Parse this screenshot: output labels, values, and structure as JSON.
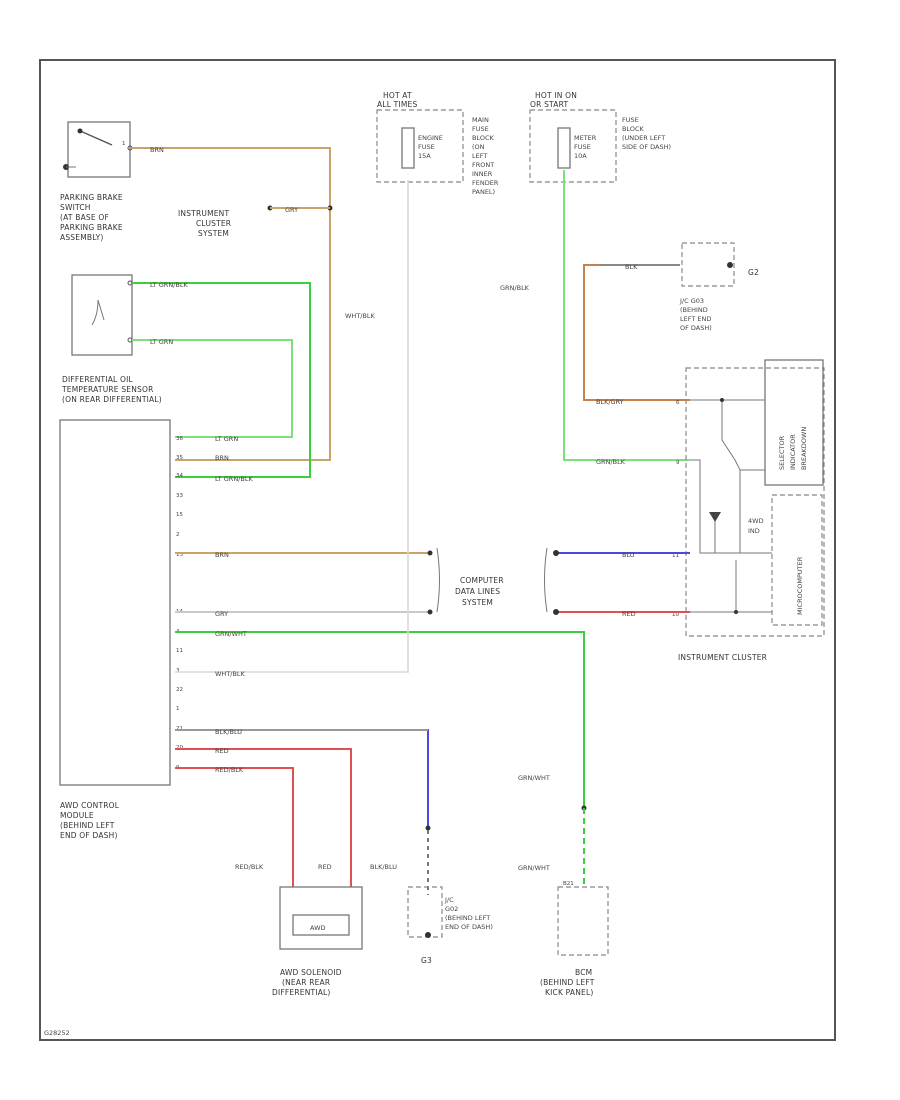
{
  "labels": {
    "hot_at_all_times": [
      "HOT AT",
      "ALL TIMES"
    ],
    "hot_in_on": [
      "HOT IN ON",
      "OR START"
    ],
    "engine_fuse": [
      "ENGINE",
      "FUSE",
      "15A"
    ],
    "main_fuse_block": [
      "MAIN",
      "FUSE",
      "BLOCK",
      "(ON",
      "LEFT",
      "FRONT",
      "INNER",
      "FENDER",
      "PANEL)"
    ],
    "meter_fuse": [
      "METER",
      "FUSE",
      "10A"
    ],
    "fuse_block": [
      "FUSE",
      "BLOCK",
      "(UNDER LEFT",
      "SIDE OF DASH)"
    ],
    "parking_brake_switch": [
      "PARKING BRAKE",
      "SWITCH",
      "(AT BASE OF",
      "PARKING BRAKE",
      "ASSEMBLY)"
    ],
    "instrument_cluster_system": [
      "INSTRUMENT",
      "CLUSTER",
      "SYSTEM"
    ],
    "diff_oil_sensor": [
      "DIFFERENTIAL OIL",
      "TEMPERATURE SENSOR",
      "(ON REAR DIFFERENTIAL)"
    ],
    "jc_g03": [
      "J/C G03",
      "(BEHIND",
      "LEFT END",
      "OF DASH)"
    ],
    "g2": "G2",
    "g3": "G3",
    "computer_data_lines": [
      "COMPUTER",
      "DATA LINES",
      "SYSTEM"
    ],
    "instrument_cluster": "INSTRUMENT CLUSTER",
    "awd_ind": [
      "4WD",
      "IND"
    ],
    "selector_indicator": [
      "SELECTOR",
      "INDICATOR",
      "BREAKDOWN"
    ],
    "microcomputer": "MICROCOMPUTER",
    "awd_control_module": [
      "AWD CONTROL",
      "MODULE",
      "(BEHIND LEFT",
      "END OF DASH)"
    ],
    "awd_solenoid": [
      "AWD SOLENOID",
      "(NEAR REAR",
      "DIFFERENTIAL)"
    ],
    "awd_solenoid_inner": "AWD",
    "jc_g02": [
      "J/C",
      "G02",
      "(BEHIND LEFT",
      "END OF DASH)"
    ],
    "bcm": [
      "BCM",
      "(BEHIND LEFT",
      "KICK PANEL)"
    ],
    "footer_code": "G28252"
  },
  "wires": {
    "brn": "BRN",
    "gry": "GRY",
    "wht_blk": "WHT/BLK",
    "lt_grn_blk": "LT GRN/BLK",
    "lt_grn": "LT GRN",
    "grn_blk": "GRN/BLK",
    "blk": "BLK",
    "blk_gry": "BLK/GRY",
    "blu": "BLU",
    "red": "RED",
    "grn_wht": "GRN/WHT",
    "blk_blu": "BLK/BLU",
    "red_blk": "RED/BLK"
  },
  "pins": {
    "module": [
      "36",
      "35",
      "34",
      "33",
      "15",
      "2",
      "13",
      "14",
      "4",
      "11",
      "3",
      "22",
      "1",
      "21",
      "20",
      "9"
    ],
    "cluster": [
      "6",
      "9",
      "11",
      "10"
    ],
    "bcm": "B21"
  },
  "colors": {
    "brown": "#c8a46a",
    "green": "#3ccf3c",
    "lightgreen": "#7de07d",
    "blue": "#4a4adf",
    "red": "#e05050",
    "gray": "#b0b0b0",
    "orange": "#c8804a"
  }
}
